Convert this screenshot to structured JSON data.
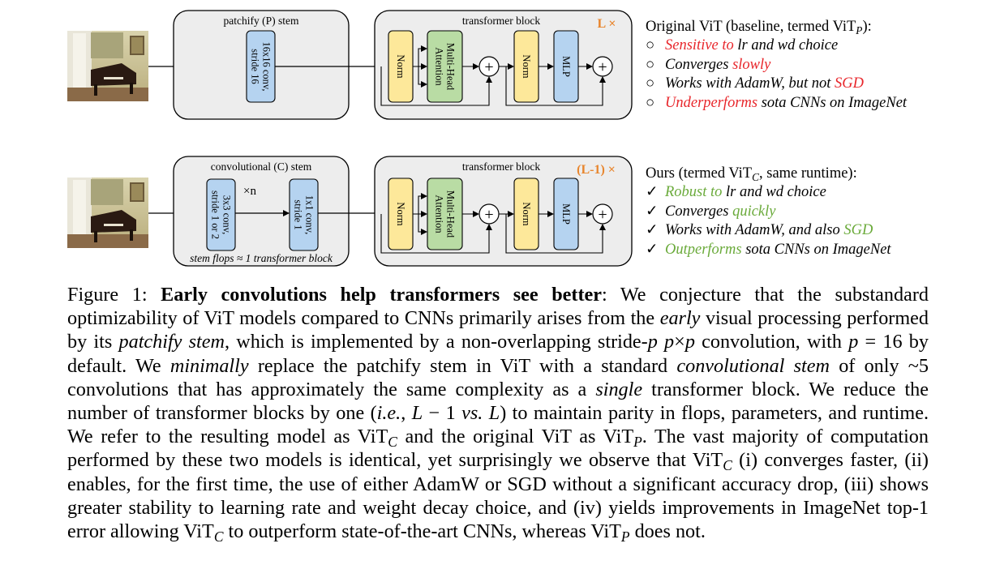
{
  "top_row": {
    "stem_title": "patchify (P) stem",
    "stem_conv_line1": "16x16 conv,",
    "stem_conv_line2": "stride 16",
    "block_title": "transformer block",
    "repeat": "L ×",
    "norm": "Norm",
    "mha_line1": "Multi-Head",
    "mha_line2": "Attention",
    "mlp": "MLP",
    "plus": "+"
  },
  "bottom_row": {
    "stem_title": "convolutional (C) stem",
    "conv1_line1": "3x3 conv,",
    "conv1_line2": "stride 1 or 2",
    "times_n": "×n",
    "conv2_line1": "1x1 conv,",
    "conv2_line2": "stride 1",
    "stem_flops": "stem flops ≈ 1 transformer block",
    "block_title": "transformer block",
    "repeat": "(L-1) ×",
    "norm": "Norm",
    "mha_line1": "Multi-Head",
    "mha_line2": "Attention",
    "mlp": "MLP",
    "plus": "+"
  },
  "baseline": {
    "heading_pre": "Original ViT (baseline, termed ViT",
    "heading_sub": "P",
    "heading_post": "):",
    "bullet": "○",
    "items": [
      {
        "hl": "Sensitive to",
        "rest": " lr and wd choice",
        "hl_first": true
      },
      {
        "pre": "Converges ",
        "hl": "slowly",
        "hl_first": false
      },
      {
        "pre": "Works with AdamW, but not ",
        "hl": "SGD",
        "hl_first": false
      },
      {
        "hl": "Underperforms",
        "rest": " sota CNNs on ImageNet",
        "hl_first": true
      }
    ]
  },
  "ours": {
    "heading_pre": "Ours (termed ViT",
    "heading_sub": "C",
    "heading_post": ", same runtime):",
    "bullet": "✓",
    "items": [
      {
        "hl": "Robust to",
        "rest": " lr and wd choice",
        "hl_first": true
      },
      {
        "pre": "Converges ",
        "hl": "quickly",
        "hl_first": false
      },
      {
        "pre": "Works with AdamW, and also ",
        "hl": "SGD",
        "hl_first": false
      },
      {
        "hl": "Outperforms",
        "rest": " sota CNNs on ImageNet",
        "hl_first": true
      }
    ]
  },
  "colors": {
    "red": "#e8262b",
    "green": "#6aaa3a",
    "orange": "#e8862e",
    "norm_fill": "#fde89a",
    "mha_fill": "#b9dca4",
    "mlp_fill": "#b5d3f0",
    "conv_fill": "#b5d3f0",
    "panel_fill": "#ededed"
  },
  "caption": {
    "label": "Figure 1: ",
    "bold": "Early convolutions help transformers see better",
    "t1": ": We conjecture that the substandard optimizability of ViT models compared to CNNs primarily arises from the ",
    "i1": "early",
    "t2": " visual processing performed by its ",
    "i2": "patchify stem",
    "t3": ", which is implemented by a non-overlapping stride-",
    "i3": "p p",
    "t4": "×",
    "i4": "p",
    "t5": " convolution, with ",
    "i5": "p",
    "t6": " = 16 by default. We ",
    "i6": "minimally",
    "t7": " replace the patchify stem in ViT with a standard ",
    "i7": "convolutional stem",
    "t8": " of only ~5 convolutions that has approximately the same complexity as a ",
    "i8": "single",
    "t9": " transformer block. We reduce the number of transformer blocks by one (",
    "i9": "i.e.",
    "t10": ", ",
    "i10": "L",
    "t11": " − 1 ",
    "i11": "vs.",
    "t12": " ",
    "i12": "L",
    "t13": ") to maintain parity in flops, parameters, and runtime. We refer to the resulting model as ViT",
    "s1": "C",
    "t14": " and the original ViT as ViT",
    "s2": "P",
    "t15": ". The vast majority of computation performed by these two models is identical, yet surprisingly we observe that ViT",
    "s3": "C",
    "t16": " (i) converges faster, (ii) enables, for the first time, the use of either AdamW or SGD without a significant accuracy drop, (iii) shows greater stability to learning rate and weight decay choice, and (iv) yields improvements in ImageNet top-1 error allowing ViT",
    "s4": "C",
    "t17": " to outperform state-of-the-art CNNs, whereas ViT",
    "s5": "P",
    "t18": " does not."
  }
}
